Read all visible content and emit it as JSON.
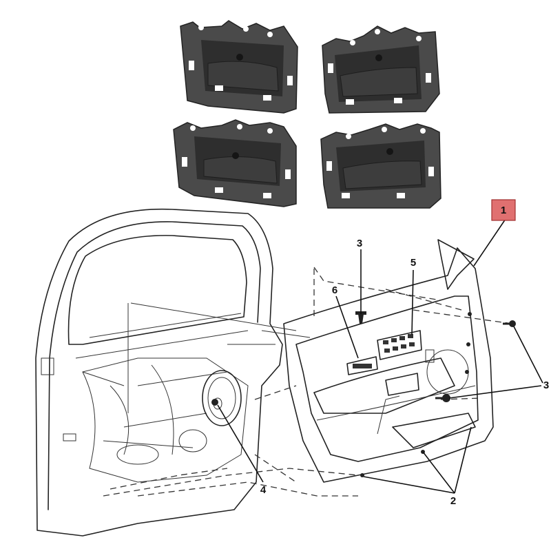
{
  "callouts": {
    "part_1": "1",
    "part_2": "2",
    "part_3_top": "3",
    "part_3_right": "3",
    "part_4": "4",
    "part_5": "5",
    "part_6": "6"
  },
  "colors": {
    "highlight": "#e07070",
    "handle_dark": "#3a3a3a",
    "handle_mid": "#555555",
    "line": "#222222"
  },
  "icons": {
    "handle_images": [
      "door-handle-front-left",
      "door-handle-front-right",
      "door-handle-rear-left",
      "door-handle-rear-right"
    ],
    "fastener": "push-pin-fastener-icon"
  }
}
